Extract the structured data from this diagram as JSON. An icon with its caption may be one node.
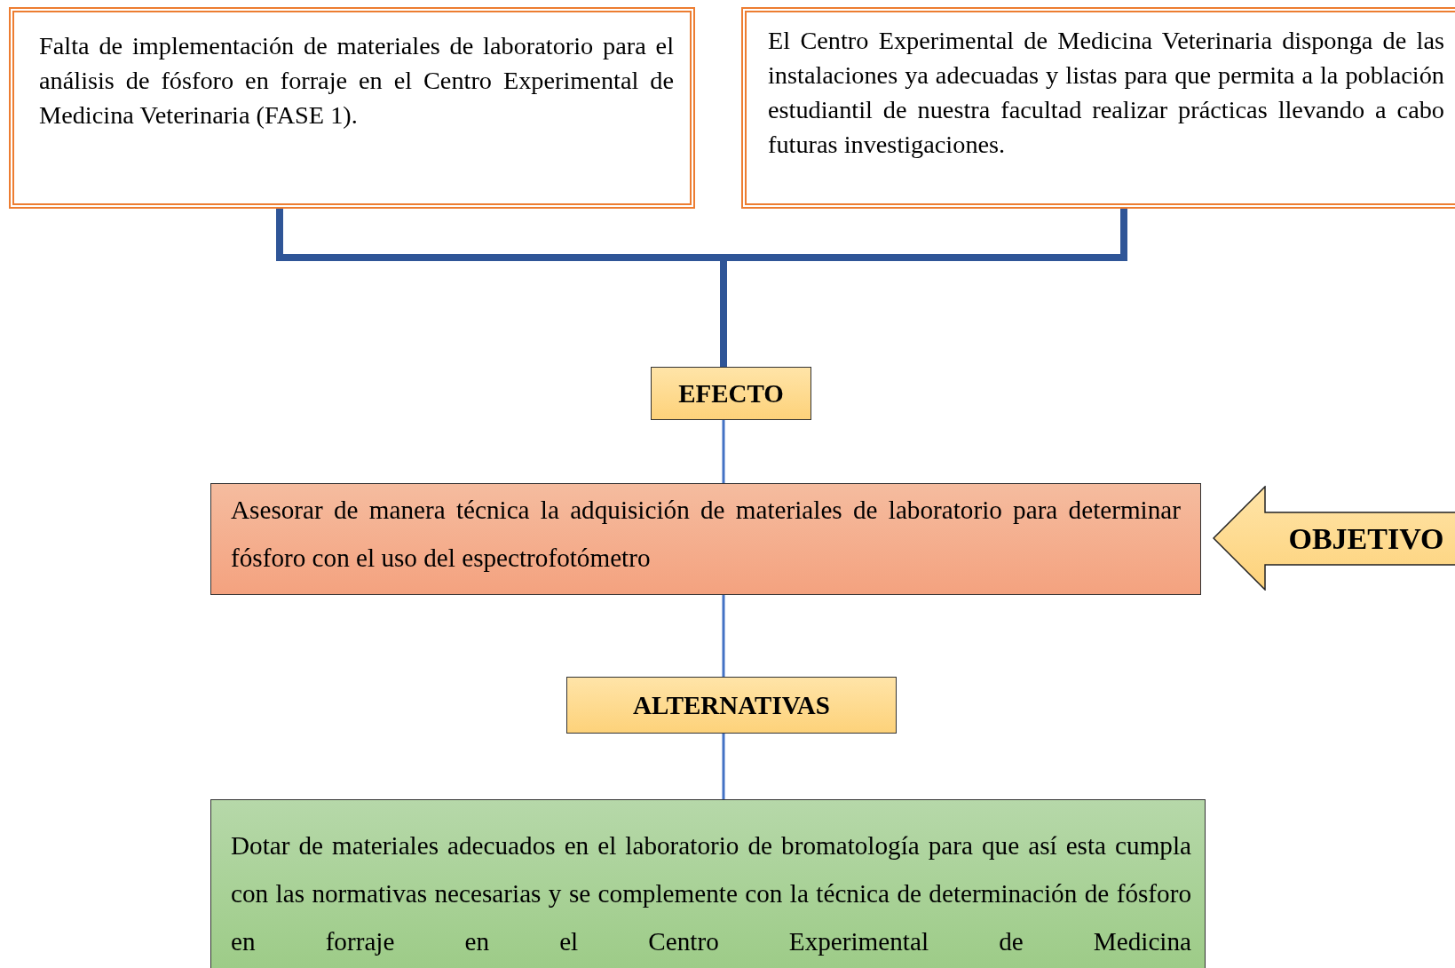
{
  "diagram": {
    "nodes": [
      {
        "text": [
          "Falta de implementación de materiales de laboratorio para el análisis de fósforo en forraje en el Centro Experimental de Medicina Veterinaria (FASE 1)."
        ]
      },
      {
        "text": [
          "El Centro Experimental de Medicina Veterinaria disponga de las instalaciones ya adecuadas y listas para que permita a la población estudiantil de nuestra facultad realizar prácticas llevando a cabo futuras investigaciones."
        ]
      },
      {
        "text": [
          "EFECTO"
        ]
      },
      {
        "text": [
          "Asesorar de manera técnica la adquisición de materiales de laboratorio para determinar fósforo con el uso del espectrofotómetro"
        ]
      },
      {
        "text": [
          "OBJETIVO"
        ]
      },
      {
        "text": [
          "ALTERNATIVAS"
        ]
      },
      {
        "text": [
          "Dotar de materiales adecuados en el laboratorio de bromatología para que así esta cumpla con las normativas necesarias y se complemente con la técnica de determinación de fósforo en forraje en el Centro Experimental de Medicina"
        ]
      }
    ],
    "edges": [
      {
        "from": 0,
        "to": 2,
        "arrow": "none",
        "style": "thick",
        "color": "#2f5597"
      },
      {
        "from": 1,
        "to": 2,
        "arrow": "none",
        "style": "thick",
        "color": "#2f5597"
      },
      {
        "from": 2,
        "to": 3,
        "arrow": "none"
      },
      {
        "from": 3,
        "to": 5,
        "arrow": "none"
      },
      {
        "from": 5,
        "to": 6,
        "arrow": "none"
      }
    ]
  }
}
